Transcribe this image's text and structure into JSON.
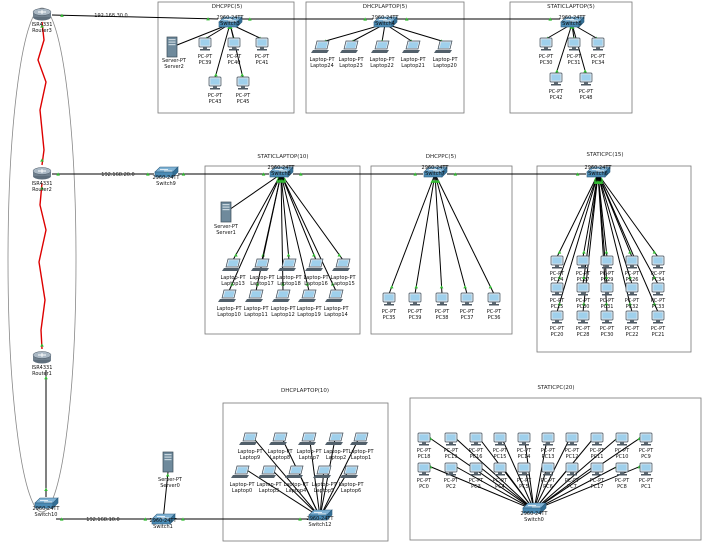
{
  "diagram": {
    "colors": {
      "link": "#000000",
      "serial": "#dd0000",
      "port": "#33bb33",
      "box_stroke": "#777777",
      "switch": "#4a8bb5",
      "router": "#8a9aaa",
      "server": "#6f8a9c",
      "screen": "#9fd0ec"
    },
    "boxes": [
      {
        "id": "b1",
        "title": "DHCPPC(5)"
      },
      {
        "id": "b2",
        "title": "DHCPLAPTOP(5)"
      },
      {
        "id": "b3",
        "title": "STATICLAPTOP(5)"
      },
      {
        "id": "b4",
        "title": "STATICLAPTOP(10)"
      },
      {
        "id": "b5",
        "title": "DHCPPC(5)"
      },
      {
        "id": "b6",
        "title": "STATICPC(15)"
      },
      {
        "id": "b7",
        "title": "DHCPLAPTOP(10)"
      },
      {
        "id": "b8",
        "title": "STATICPC(20)"
      }
    ],
    "network_labels": [
      "192.168.30.0",
      "192.168.20.0",
      "192.168.10.0"
    ],
    "routers": [
      {
        "model": "ISR4331",
        "name": "Router3"
      },
      {
        "model": "ISR4331",
        "name": "Router2"
      },
      {
        "model": "ISR4331",
        "name": "Router1"
      }
    ],
    "switches": [
      {
        "model": "2960-24TT",
        "name": "Switch3"
      },
      {
        "model": "2960-24TT",
        "name": "Switch4"
      },
      {
        "model": "2960-24TT",
        "name": "Switch5"
      },
      {
        "model": "2960-24TT",
        "name": "Switch9"
      },
      {
        "model": "2960-24TT",
        "name": "Switch8"
      },
      {
        "model": "2960-24TT",
        "name": "Switch7"
      },
      {
        "model": "2960-24TT",
        "name": "Switch6"
      },
      {
        "model": "2960-24TT",
        "name": "Switch10"
      },
      {
        "model": "2960-24TT",
        "name": "Switch1"
      },
      {
        "model": "2960-24TT",
        "name": "Switch12"
      },
      {
        "model": "2960-24TT",
        "name": "Switch0"
      }
    ],
    "servers": [
      {
        "model": "Server-PT",
        "name": "Server2"
      },
      {
        "model": "Server-PT",
        "name": "Server1"
      },
      {
        "model": "Server-PT",
        "name": "Server0"
      }
    ],
    "pc_model": "PC-PT",
    "laptop_model": "Laptop-PT",
    "groups": {
      "b1_pcs": [
        "PC39",
        "PC40",
        "PC41",
        "PC43",
        "PC45"
      ],
      "b2_laptops": [
        "Laptop24",
        "Laptop23",
        "Laptop22",
        "Laptop21",
        "Laptop20"
      ],
      "b3_pcs": [
        "PC30",
        "PC31",
        "PC34",
        "PC42",
        "PC48"
      ],
      "b4_laptops": [
        "Laptop13",
        "Laptop17",
        "Laptop18",
        "Laptop16",
        "Laptop15",
        "Laptop10",
        "Laptop11",
        "Laptop12",
        "Laptop19",
        "Laptop14"
      ],
      "b5_pcs": [
        "PC35",
        "PC39",
        "PC38",
        "PC37",
        "PC36"
      ],
      "b6_pcs": [
        "PC24",
        "PC27",
        "PC29",
        "PC26",
        "PC34",
        "PC25",
        "PC30",
        "PC31",
        "PC32",
        "PC33",
        "PC20",
        "PC28",
        "PC30",
        "PC22",
        "PC21"
      ],
      "b7_laptops": [
        "Laptop9",
        "Laptop8",
        "Laptop7",
        "Laptop2",
        "Laptop1",
        "Laptop0",
        "Laptop3",
        "Laptop4",
        "Laptop5",
        "Laptop6"
      ],
      "b8_pcs": [
        "PC18",
        "PC19",
        "PC16",
        "PC15",
        "PC14",
        "PC13",
        "PC12",
        "PC11",
        "PC10",
        "PC9",
        "PC0",
        "PC2",
        "PC3",
        "PC4",
        "PC5",
        "PC6",
        "PC7",
        "PC17",
        "PC8",
        "PC1"
      ]
    }
  }
}
